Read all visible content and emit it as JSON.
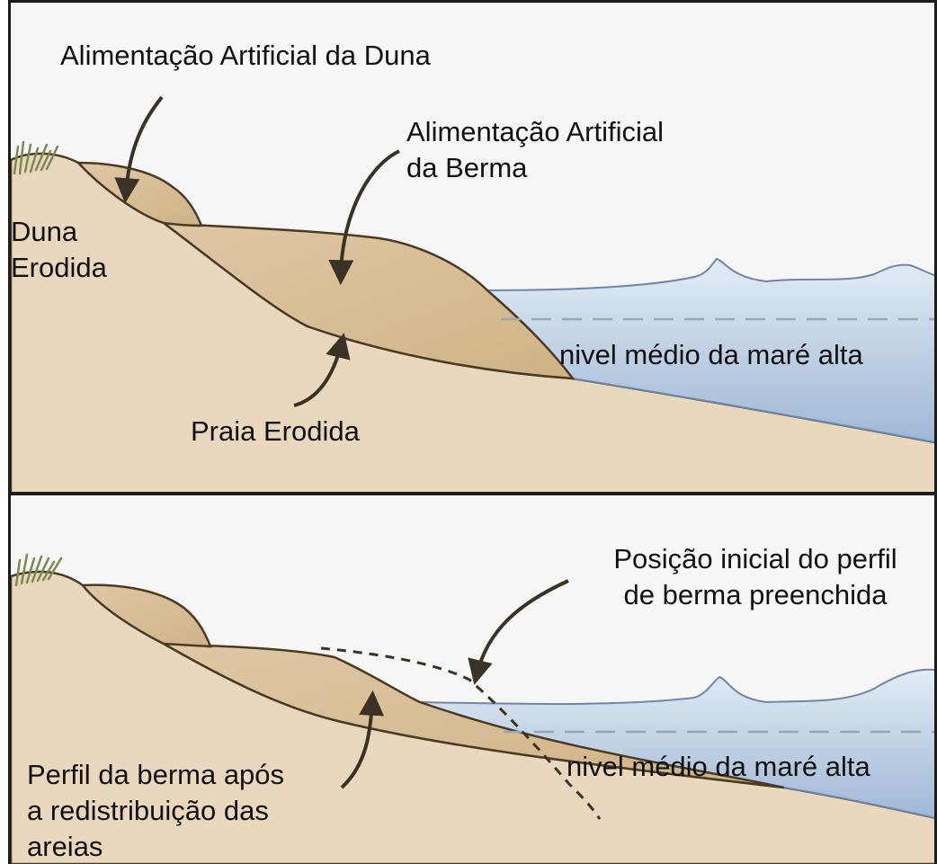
{
  "top_panel": {
    "dune_fill_label": "Alimentação Artificial da Duna",
    "berm_fill_label_line1": "Alimentação Artificial",
    "berm_fill_label_line2": "da Berma",
    "eroded_dune_line1": "Duna",
    "eroded_dune_line2": "Erodida",
    "eroded_beach_label": "Praia Erodida",
    "tide_label": "nivel médio da maré alta"
  },
  "bottom_panel": {
    "initial_profile_line1": "Posição inicial do perfil",
    "initial_profile_line2": "de berma preenchida",
    "tide_label": "nivel médio da maré alta",
    "redistributed_line1": "Perfil da berma após",
    "redistributed_line2": "a redistribuição das",
    "redistributed_line3": "areias"
  },
  "colors": {
    "background": "#f6f6f6",
    "ground": "#ead8be",
    "fill_sand": "#d9bf98",
    "water_light": "#dde8f2",
    "water_dark": "#a9bfdb",
    "outline": "#4a3a26",
    "arrow": "#3a3224",
    "tide_dash": "#9aa6b4",
    "grass": "#7a8a52"
  }
}
